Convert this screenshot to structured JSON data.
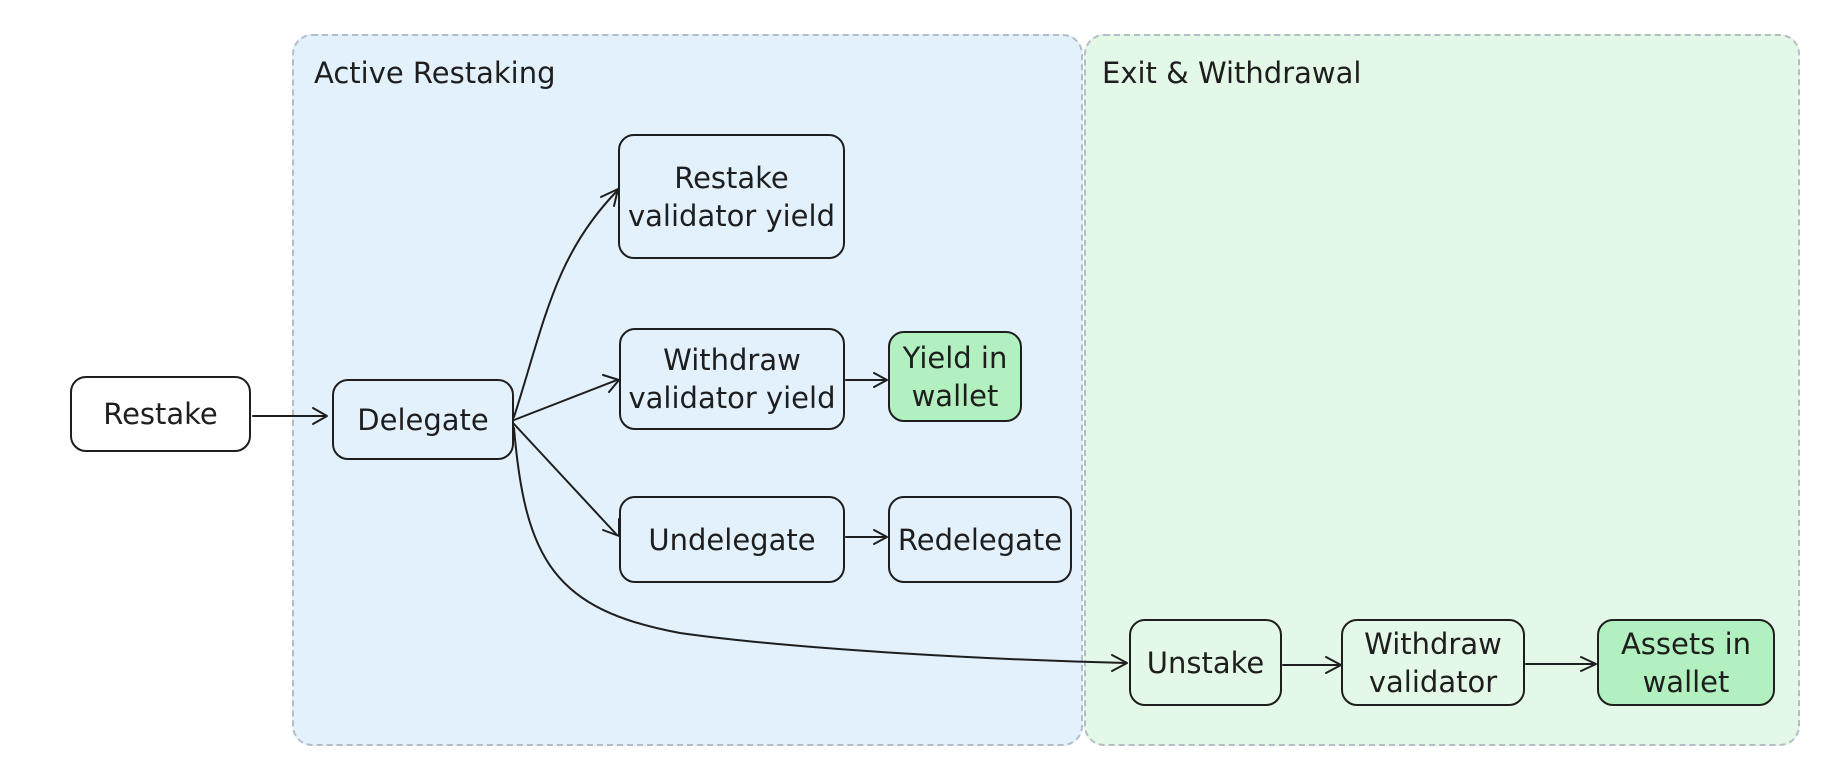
{
  "groups": {
    "active": {
      "title": "Active Restaking"
    },
    "exit": {
      "title": "Exit & Withdrawal"
    }
  },
  "nodes": {
    "restake": "Restake",
    "delegate": "Delegate",
    "restake_validator_yield": "Restake\nvalidator yield",
    "withdraw_validator_yield": "Withdraw\nvalidator yield",
    "yield_in_wallet": "Yield in\nwallet",
    "undelegate": "Undelegate",
    "redelegate": "Redelegate",
    "unstake": "Unstake",
    "withdraw_validator": "Withdraw\nvalidator",
    "assets_in_wallet": "Assets in\nwallet"
  },
  "edges": [
    {
      "from": "restake",
      "to": "delegate"
    },
    {
      "from": "delegate",
      "to": "restake_validator_yield"
    },
    {
      "from": "delegate",
      "to": "withdraw_validator_yield"
    },
    {
      "from": "delegate",
      "to": "undelegate"
    },
    {
      "from": "delegate",
      "to": "unstake"
    },
    {
      "from": "withdraw_validator_yield",
      "to": "yield_in_wallet"
    },
    {
      "from": "undelegate",
      "to": "redelegate"
    },
    {
      "from": "unstake",
      "to": "withdraw_validator"
    },
    {
      "from": "withdraw_validator",
      "to": "assets_in_wallet"
    }
  ],
  "colors": {
    "active_group_fill": "#e3f1fc",
    "exit_group_fill": "#e4f8e8",
    "completed_node_fill": "#b2f0bf",
    "stroke": "#1e1e1e",
    "group_border": "#b4bcc6"
  }
}
